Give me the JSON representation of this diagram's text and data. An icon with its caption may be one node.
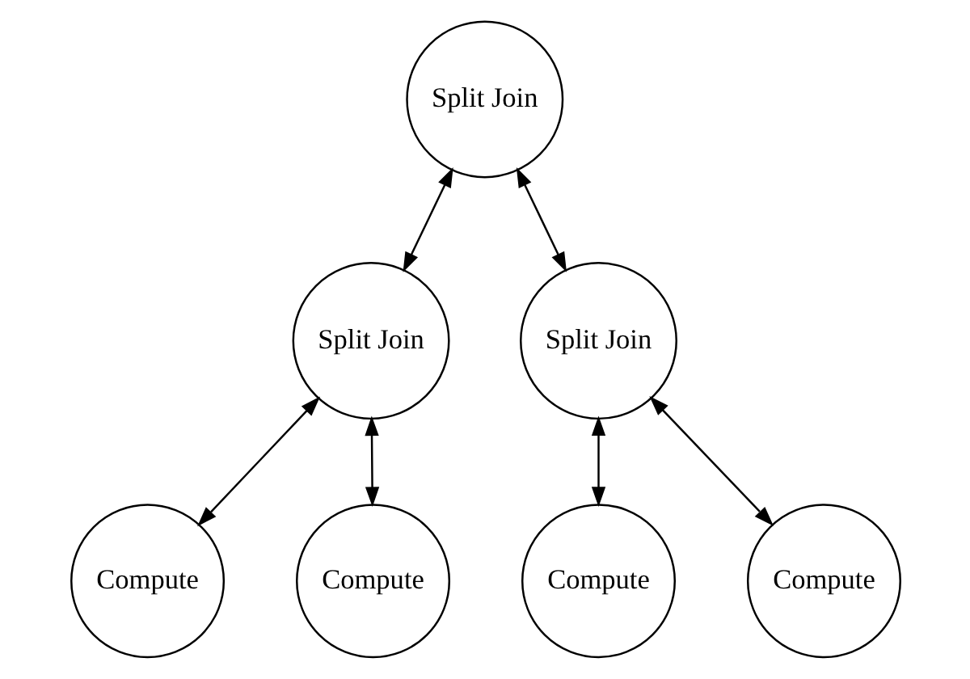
{
  "diagram": {
    "nodes": [
      {
        "text": [
          "Split Join"
        ]
      },
      {
        "text": [
          "Split Join"
        ]
      },
      {
        "text": [
          "Split Join"
        ]
      },
      {
        "text": [
          "Compute"
        ]
      },
      {
        "text": [
          "Compute"
        ]
      },
      {
        "text": [
          "Compute"
        ]
      },
      {
        "text": [
          "Compute"
        ]
      }
    ],
    "edges": [
      {
        "from": 0,
        "to": 1,
        "arrow": "both"
      },
      {
        "from": 0,
        "to": 2,
        "arrow": "both"
      },
      {
        "from": 1,
        "to": 3,
        "arrow": "both"
      },
      {
        "from": 1,
        "to": 4,
        "arrow": "both"
      },
      {
        "from": 2,
        "to": 5,
        "arrow": "both"
      },
      {
        "from": 2,
        "to": 6,
        "arrow": "both"
      }
    ]
  }
}
